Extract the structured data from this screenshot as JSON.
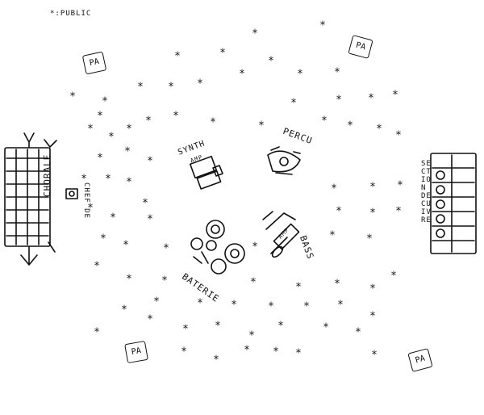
{
  "legend": {
    "symbol": "*",
    "text": ":PUBLIC"
  },
  "labels": {
    "chorale": "CHORALE",
    "chef": "CHEF DE",
    "synth": "SYNTH",
    "percu": "PERCU",
    "batterie": "BATERIE",
    "bass": "BASS",
    "cuivre": "SECTION DE CUIVRE",
    "amp": "AMP",
    "pa": "PA"
  },
  "pa_count": 4,
  "audience_star": "*"
}
